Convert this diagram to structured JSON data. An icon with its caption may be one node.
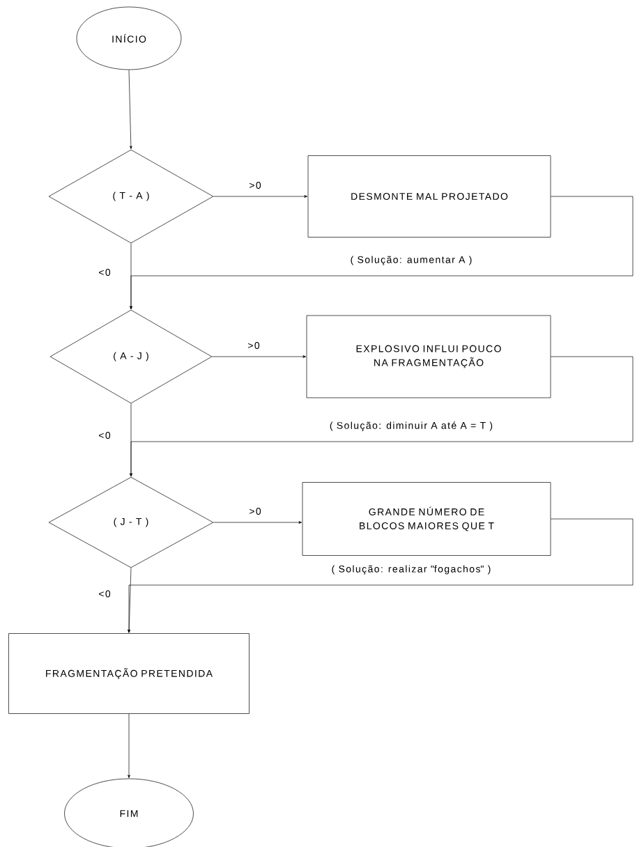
{
  "diagram": {
    "nodes": [
      {
        "text": [
          "INÍCIO"
        ]
      },
      {
        "text": [
          "( T - A )"
        ]
      },
      {
        "text": [
          "DESMONTE MAL PROJETADO"
        ]
      },
      {
        "text": [
          "( A - J )"
        ]
      },
      {
        "text": [
          "EXPLOSIVO INFLUI POUCO NA FRAGMENTAÇÃO"
        ]
      },
      {
        "text": [
          "( J - T )"
        ]
      },
      {
        "text": [
          "GRANDE NÚMERO DE BLOCOS MAIORES QUE T"
        ]
      },
      {
        "text": [
          "FRAGMENTAÇÃO PRETENDIDA"
        ]
      },
      {
        "text": [
          "FIM"
        ]
      }
    ],
    "edges": [
      {
        "from": 0,
        "to": 1,
        "arrow": "to"
      },
      {
        "from": 1,
        "to": 2,
        "arrow": "to",
        "label": ">0"
      },
      {
        "from": 2,
        "to": 3,
        "arrow": "to",
        "label": "( Solução: aumentar A )"
      },
      {
        "from": 1,
        "to": 3,
        "arrow": "to",
        "label": "<0"
      },
      {
        "from": 3,
        "to": 4,
        "arrow": "to",
        "label": ">0"
      },
      {
        "from": 4,
        "to": 5,
        "arrow": "to",
        "label": "( Solução: diminuir A até A = T )"
      },
      {
        "from": 3,
        "to": 5,
        "arrow": "to",
        "label": "<0"
      },
      {
        "from": 5,
        "to": 6,
        "arrow": "to",
        "label": ">0"
      },
      {
        "from": 6,
        "to": 7,
        "arrow": "to",
        "label": "( Solução: realizar \"fogachos\" )"
      },
      {
        "from": 5,
        "to": 7,
        "arrow": "to",
        "label": "<0"
      },
      {
        "from": 7,
        "to": 8,
        "arrow": "to"
      }
    ]
  }
}
